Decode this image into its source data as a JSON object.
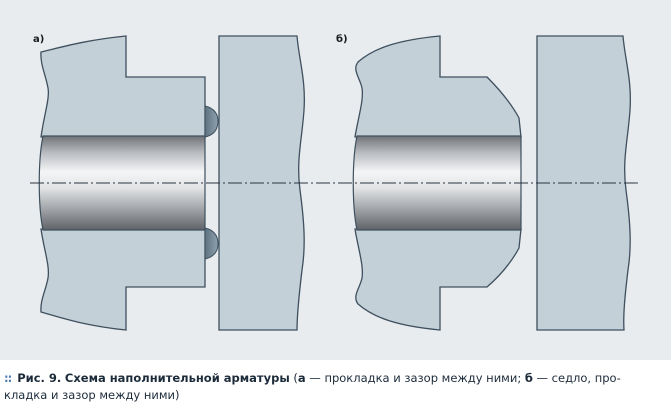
{
  "figure": {
    "part_a_label": "а)",
    "part_b_label": "б)"
  },
  "caption": {
    "marker": "::",
    "figure_number": "Рис. 9.",
    "title": "Схема наполнительной арматуры",
    "open_paren": " (",
    "key_a": "а",
    "desc_a": " — прокладка и зазор между ними; ",
    "key_b": "б",
    "desc_b": " — седло, про-",
    "line2": "кладка и зазор между ними)"
  },
  "colors": {
    "background": "#e8ecef",
    "body_fill": "#c4d0d8",
    "outline": "#3e4f5e",
    "pipe_light": "#f4f5f6",
    "pipe_dark": "#6f7377",
    "gasket": "#7a8f9c",
    "caption_accent": "#4b7bb3"
  }
}
